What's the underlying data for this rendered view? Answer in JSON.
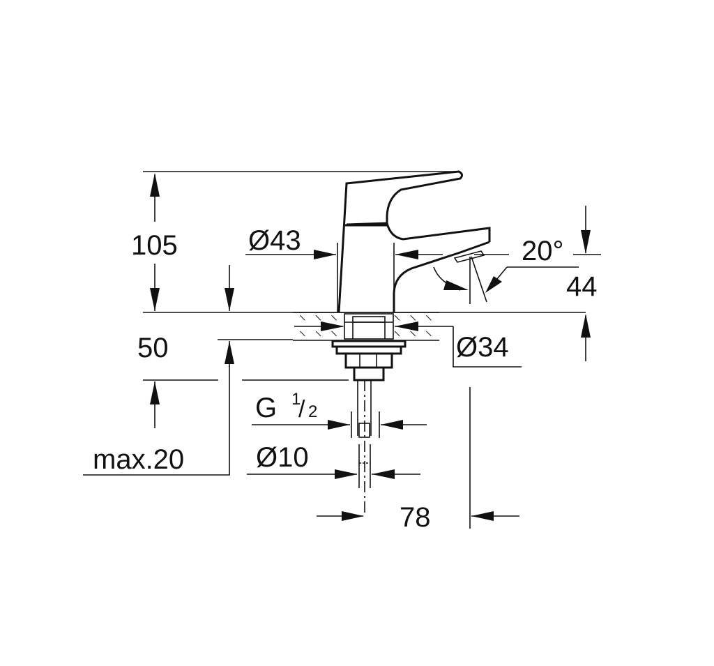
{
  "drawing": {
    "title": "Basin tap dimension drawing",
    "background": "#ffffff",
    "line_color": "#111111"
  },
  "dimensions": {
    "total_height": "105",
    "body_diameter": "Ø43",
    "spout_angle": "20°",
    "spout_height": "44",
    "base_diameter": "Ø34",
    "shank_length": "50",
    "max_deck_thickness": "max.20",
    "thread": {
      "prefix": "G",
      "numerator": "1",
      "slash": "/",
      "denominator": "2"
    },
    "pipe_diameter": "Ø10",
    "projection": "78"
  }
}
